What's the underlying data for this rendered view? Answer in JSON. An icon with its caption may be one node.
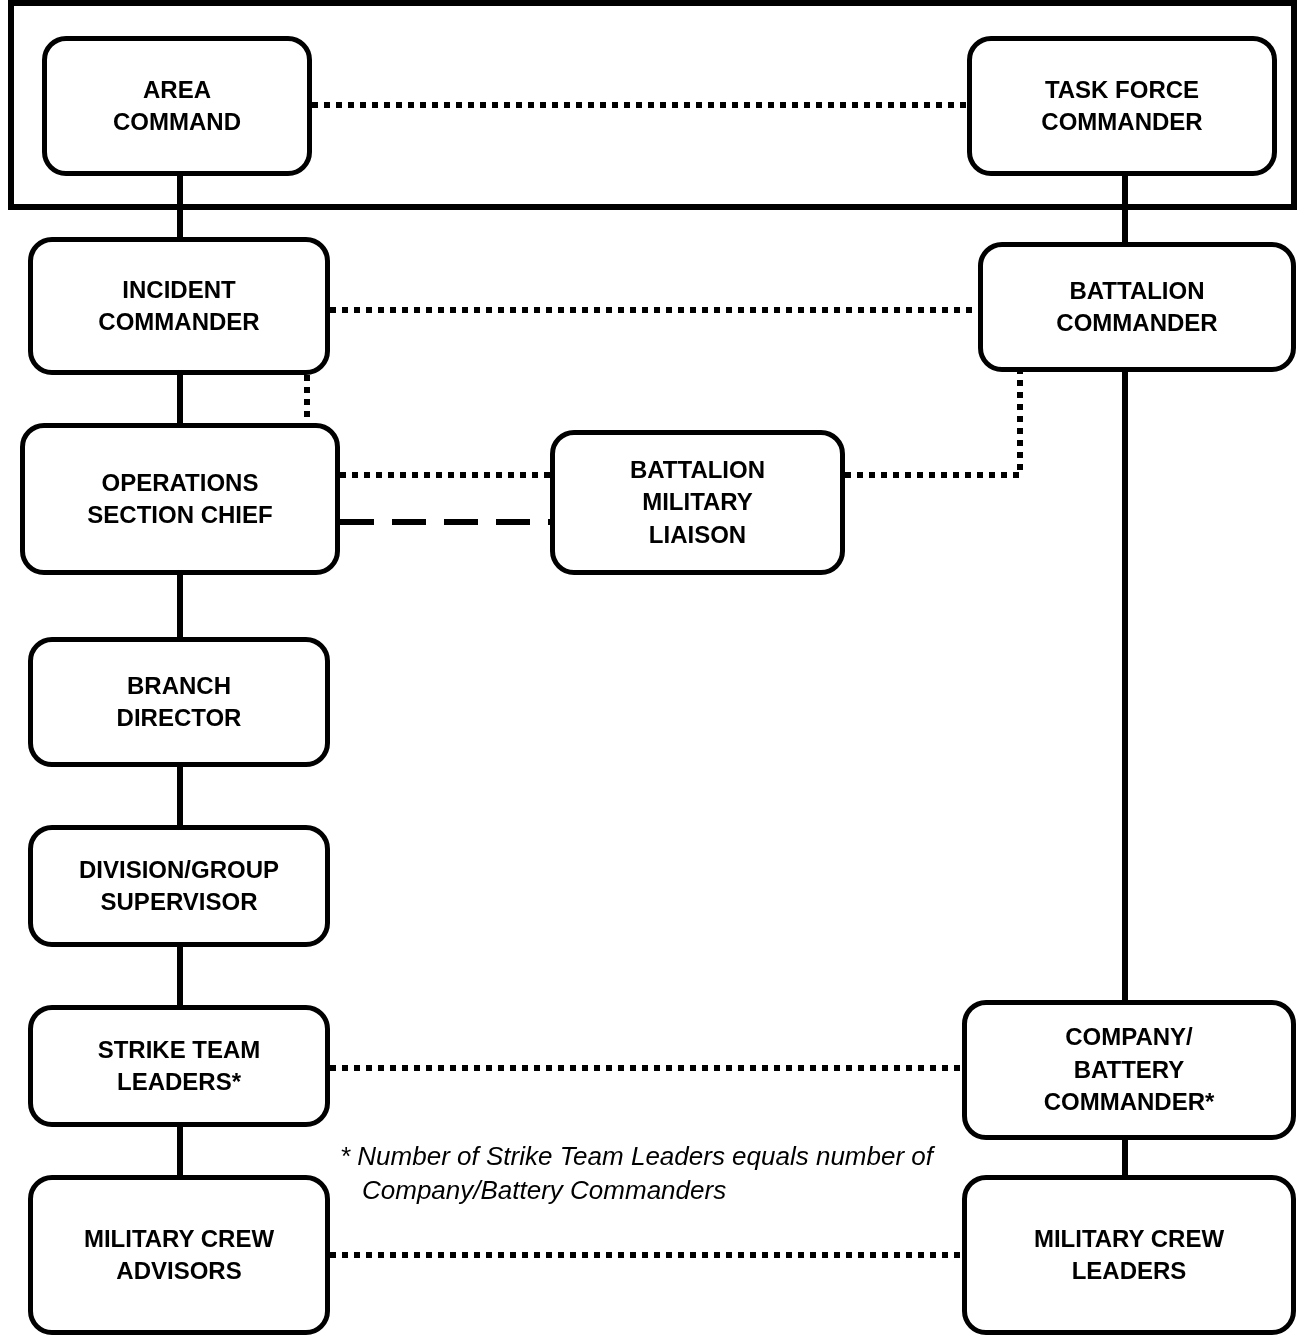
{
  "diagram": {
    "nodes": [
      {
        "text": [],
        "shape": "box"
      },
      {
        "text": [
          "AREA COMMAND"
        ],
        "in": 0
      },
      {
        "text": [
          "TASK FORCE COMMANDER"
        ],
        "in": 0
      },
      {
        "text": [
          "INCIDENT COMMANDER"
        ]
      },
      {
        "text": [
          "BATTALION COMMANDER"
        ]
      },
      {
        "text": [
          "OPERATIONS SECTION CHIEF"
        ]
      },
      {
        "text": [
          "BATTALION MILITARY LIAISON"
        ]
      },
      {
        "text": [
          "BRANCH DIRECTOR"
        ]
      },
      {
        "text": [
          "DIVISION/GROUP SUPERVISOR"
        ]
      },
      {
        "text": [
          "STRIKE TEAM LEADERS*"
        ]
      },
      {
        "text": [
          "COMPANY/ BATTERY COMMANDER*"
        ]
      },
      {
        "text": [
          "MILITARY CREW ADVISORS"
        ]
      },
      {
        "text": [
          "MILITARY CREW LEADERS"
        ]
      }
    ],
    "edges": [
      {
        "from": 1,
        "to": 2,
        "arrow": "none",
        "style": "dashed"
      },
      {
        "from": 1,
        "to": 3,
        "arrow": "none"
      },
      {
        "from": 2,
        "to": 4,
        "arrow": "none"
      },
      {
        "from": 3,
        "to": 4,
        "arrow": "none",
        "style": "dashed"
      },
      {
        "from": 3,
        "to": 5,
        "arrow": "none"
      },
      {
        "from": 3,
        "to": 5,
        "arrow": "none",
        "style": "dashed"
      },
      {
        "from": 5,
        "to": 6,
        "arrow": "none",
        "style": "dashed"
      },
      {
        "from": 5,
        "to": 6,
        "arrow": "none",
        "style": "dashed"
      },
      {
        "from": 6,
        "to": 4,
        "arrow": "none",
        "style": "dashed"
      },
      {
        "from": 5,
        "to": 7,
        "arrow": "none"
      },
      {
        "from": 7,
        "to": 8,
        "arrow": "none"
      },
      {
        "from": 8,
        "to": 9,
        "arrow": "none"
      },
      {
        "from": 9,
        "to": 10,
        "arrow": "none",
        "style": "dashed"
      },
      {
        "from": 9,
        "to": 11,
        "arrow": "none"
      },
      {
        "from": 4,
        "to": 10,
        "arrow": "none"
      },
      {
        "from": 10,
        "to": 12,
        "arrow": "none"
      },
      {
        "from": 11,
        "to": 12,
        "arrow": "none",
        "style": "dashed"
      }
    ],
    "labels": [
      "* Number of Strike Team Leaders equals number of Company/Battery Commanders"
    ]
  }
}
